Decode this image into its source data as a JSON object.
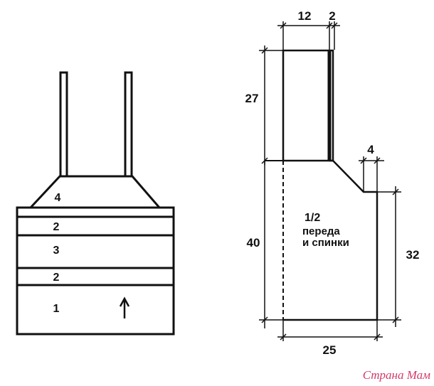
{
  "left_figure": {
    "stripes": [
      {
        "label": "4"
      },
      {
        "label": "2"
      },
      {
        "label": "3"
      },
      {
        "label": "2"
      },
      {
        "label": "1"
      }
    ],
    "direction_arrow": "up-arrow-icon"
  },
  "right_figure": {
    "dimensions": {
      "top_width": "12",
      "top_edge": "2",
      "strap_height": "27",
      "shoulder_step": "4",
      "total_height": "40",
      "side_height": "32",
      "bottom_width": "25"
    },
    "center_label": {
      "line1": "1/2",
      "line2": "переда",
      "line3": "и спинки"
    }
  },
  "watermark": "Страна Мам",
  "colors": {
    "ink": "#111111",
    "watermark": "#d23a6a"
  }
}
